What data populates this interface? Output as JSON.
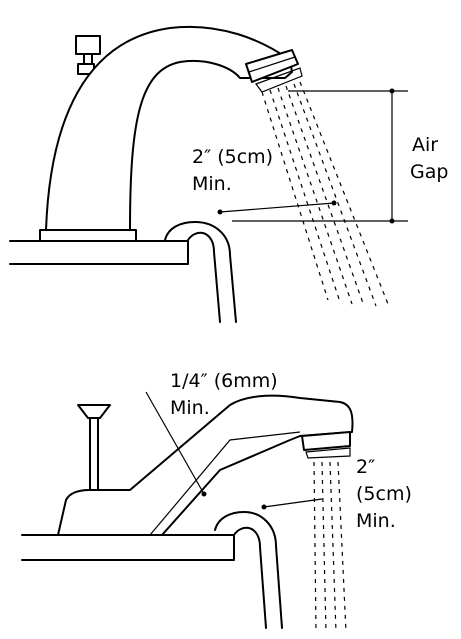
{
  "top_diagram": {
    "gap_label": [
      "2″ (5cm)",
      "Min."
    ],
    "air_gap_label": [
      "Air",
      "Gap"
    ]
  },
  "bottom_diagram": {
    "offset_label": [
      "1/4″ (6mm)",
      "Min."
    ],
    "gap_label": [
      "2″",
      "(5cm)",
      "Min."
    ]
  },
  "colors": {
    "ink": "#000000",
    "paper": "#ffffff"
  }
}
